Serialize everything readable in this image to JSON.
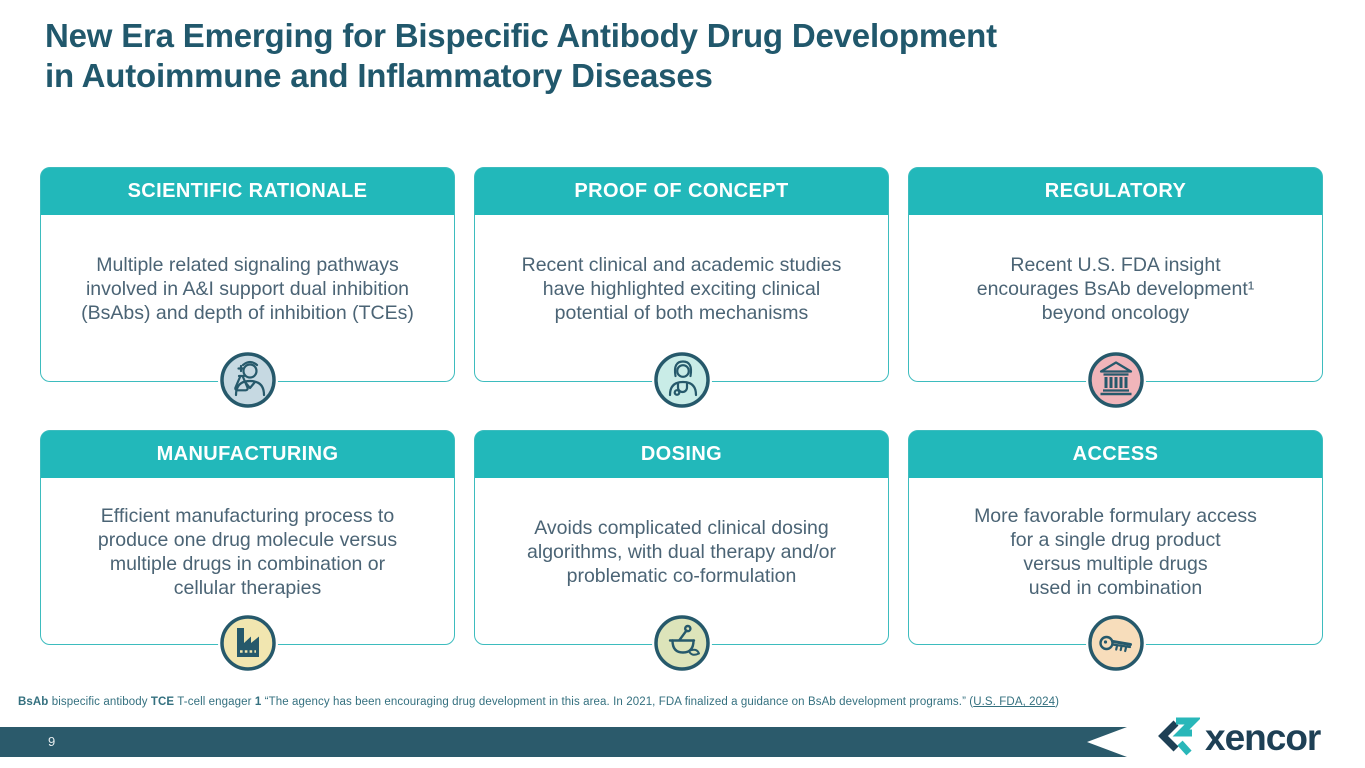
{
  "slide": {
    "title": [
      "New Era Emerging for Bispecific Antibody Drug Development",
      "in Autoimmune and Inflammatory Diseases"
    ]
  },
  "cards": [
    {
      "header": "SCIENTIFIC RATIONALE",
      "body": [
        "Multiple related signaling pathways",
        "involved in A&I support dual inhibition",
        "(BsAbs) and depth of inhibition (TCEs)"
      ],
      "icon": "scientist-icon",
      "icon_bg": "#c6d9e2"
    },
    {
      "header": "PROOF OF CONCEPT",
      "body": [
        "Recent clinical and academic studies",
        "have highlighted exciting clinical",
        "potential of both mechanisms"
      ],
      "icon": "doctor-icon",
      "icon_bg": "#c9ece7"
    },
    {
      "header": "REGULATORY",
      "body": [
        "Recent U.S. FDA insight",
        "encourages BsAb development¹",
        "beyond oncology"
      ],
      "icon": "bank-icon",
      "icon_bg": "#f0b5ba"
    },
    {
      "header": "MANUFACTURING",
      "body": [
        "Efficient manufacturing process to",
        "produce one drug molecule versus",
        "multiple drugs in combination or",
        "cellular therapies"
      ],
      "icon": "factory-icon",
      "icon_bg": "#f1e6b0"
    },
    {
      "header": "DOSING",
      "body": [
        "Avoids complicated clinical dosing",
        "algorithms, with dual therapy and/or",
        "problematic co-formulation"
      ],
      "icon": "mortar-pestle-icon",
      "icon_bg": "#dde4ba"
    },
    {
      "header": "ACCESS",
      "body": [
        "More favorable formulary access",
        "for a single drug product",
        "versus multiple drugs",
        "used in combination"
      ],
      "icon": "key-icon",
      "icon_bg": "#f7ddbb"
    }
  ],
  "footnote": {
    "term1": "BsAb",
    "term1_def": " bispecific antibody ",
    "term2": "TCE",
    "term2_def": " T-cell engager ",
    "ref_num": "1",
    "quote": " “The agency has been encouraging drug development in this area. In 2021, FDA finalized a guidance on BsAb development programs.” (",
    "link": "U.S. FDA, 2024",
    "close_paren": ")"
  },
  "footer": {
    "page_number": "9",
    "logo_text": "xencor"
  },
  "colors": {
    "accent_teal": "#22b8ba",
    "title_text": "#21586c",
    "body_text": "#4b6475",
    "footer_bar": "#2b5a6b",
    "icon_stroke": "#26596b"
  }
}
